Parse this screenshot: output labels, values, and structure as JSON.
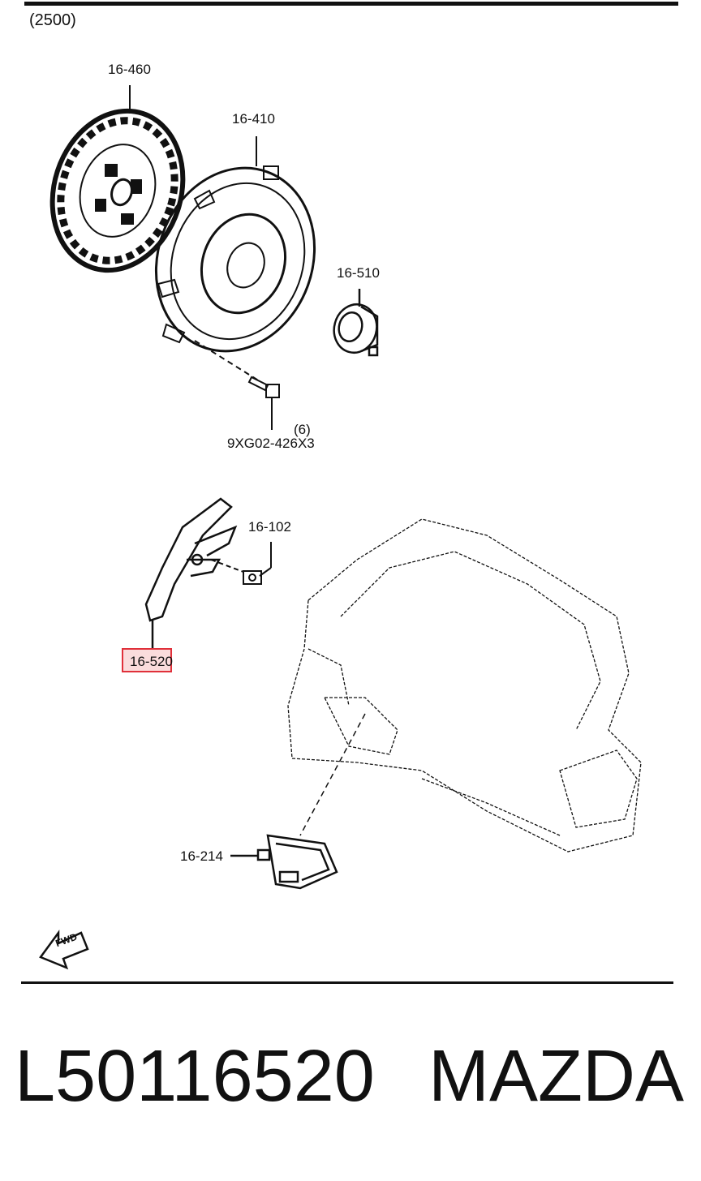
{
  "header": {
    "variant": "(2500)"
  },
  "callouts": {
    "disc": "16-460",
    "cover": "16-410",
    "bearing": "16-510",
    "bolt_qty": "(6)",
    "bolt": "9XG02-426X3",
    "pivot": "16-102",
    "fork": "16-520",
    "boot": "16-214"
  },
  "fwd": {
    "label": "FWD"
  },
  "footer": {
    "part_number": "L50116520",
    "brand": "MAZDA"
  },
  "colors": {
    "highlight": "#e0303a",
    "ink": "#111111"
  }
}
